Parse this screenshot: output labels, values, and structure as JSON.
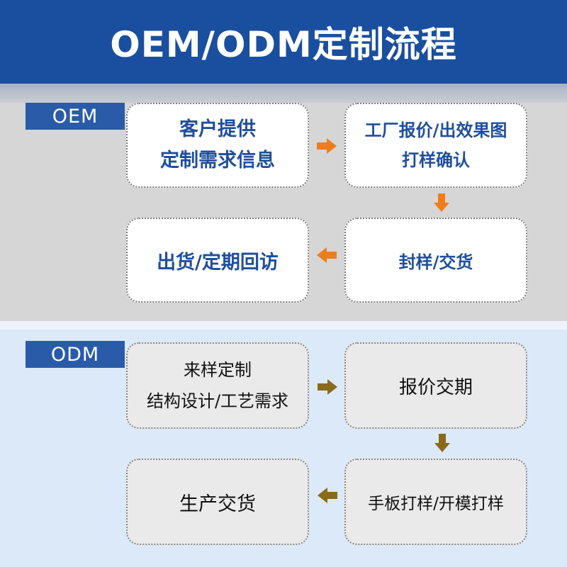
{
  "header": {
    "title": "OEM/ODM定制流程"
  },
  "oem": {
    "tag": "OEM",
    "steps": [
      {
        "lines": [
          "客户提供",
          "定制需求信息"
        ]
      },
      {
        "lines": [
          "工厂报价/出效果图",
          "打样确认"
        ]
      },
      {
        "lines": [
          "封样/交货"
        ]
      },
      {
        "lines": [
          "出货/定期回访"
        ]
      }
    ]
  },
  "odm": {
    "tag": "ODM",
    "steps": [
      {
        "lines": [
          "来样定制",
          "结构设计/工艺需求"
        ]
      },
      {
        "lines": [
          "报价交期"
        ]
      },
      {
        "lines": [
          "手板打样/开模打样"
        ]
      },
      {
        "lines": [
          "生产交货"
        ]
      }
    ]
  },
  "colors": {
    "header_bg": "#1a4fa0",
    "tag_bg": "#2a5ba8",
    "oem_text": "#1f4f9c",
    "oem_arrow": "#f07d1a",
    "odm_arrow": "#8a6a1a"
  }
}
